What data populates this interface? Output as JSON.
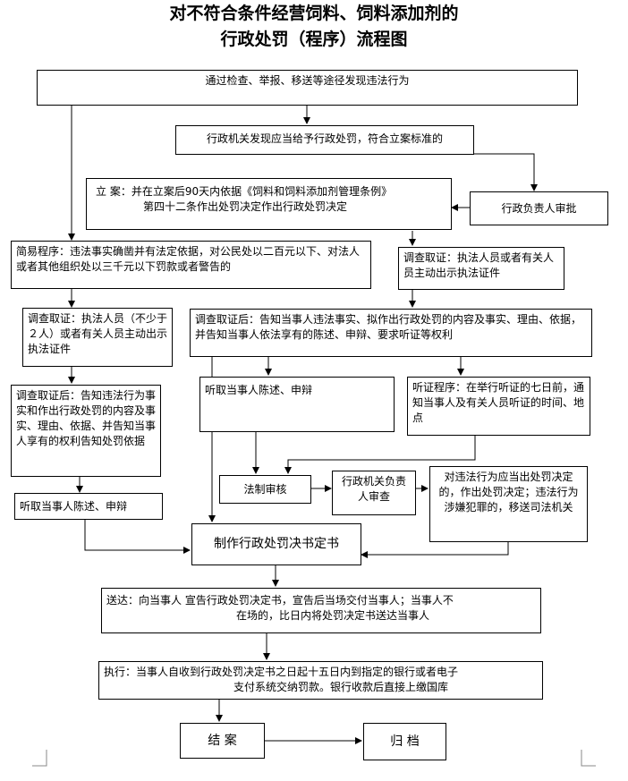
{
  "title": {
    "line1": "对不符合条件经营饲料、饲料添加剂的",
    "line2": "行政处罚（程序）流程图"
  },
  "nodes": {
    "discover": "通过检查、举报、移送等途径发现违法行为",
    "should_punish": "行政机关发现应当给予行政处罚，符合立案标准的",
    "filing_line1": "立 案：并在立案后90天内依据《饲料和饲料添加剂管理条例》",
    "filing_line2": "第四十二条作出处罚决定作出行政处罚决定",
    "supervisor_approval": "行政负责人审批",
    "simple_procedure": "简易程序：违法事实确凿并有法定依据，对公民处以二百元以下、对法人或者其他组织处以三千元以下罚款或者警告的",
    "investigate_right": "调查取证：执法人员或者有关人员主动出示执法证件",
    "investigate_left": "调查取证：执法人员（不少于２人）或者有关人员主动出示执法证件",
    "after_investigate_right": "调查取证后：告知当事人违法事实、拟作出行政处罚的内容及事实、理由、依据，并告知当事人依法享有的陈述、申辩、要求听证等权利",
    "after_investigate_left": "调查取证后：告知违法行为事实和作出行政处罚的内容及事实、理由、依据、并告知当事人享有的权利告知处罚依据",
    "hear_statement_mid": "听取当事人陈述、申辩",
    "hearing_procedure": "听证程序：在举行听证的七日前，通知当事人及有关人员听证的时间、地点",
    "legal_review": "法制审核",
    "organ_review": "行政机关负责人审查",
    "decision_rule": "对违法行为应当出处罚决定的，作出处罚决定；违法行为涉嫌犯罪的，移送司法机关",
    "hear_statement_left": "听取当事人陈述、申辩",
    "make_decision": "制作行政处罚决书定书",
    "deliver_line1": "送达：向当事人  宣告行政处罚决定书，宣告后当场交付当事人；当事人不",
    "deliver_line2": "在场的，比日内将处罚决定书送达当事人",
    "execute_line1": "执行：当事人自收到行政处罚决定书之日起十五日内到指定的银行或者电子",
    "execute_line2": "支付系统交纳罚款。银行收款后直接上缴国库",
    "close_case": "结   案",
    "archive": "归   档"
  }
}
